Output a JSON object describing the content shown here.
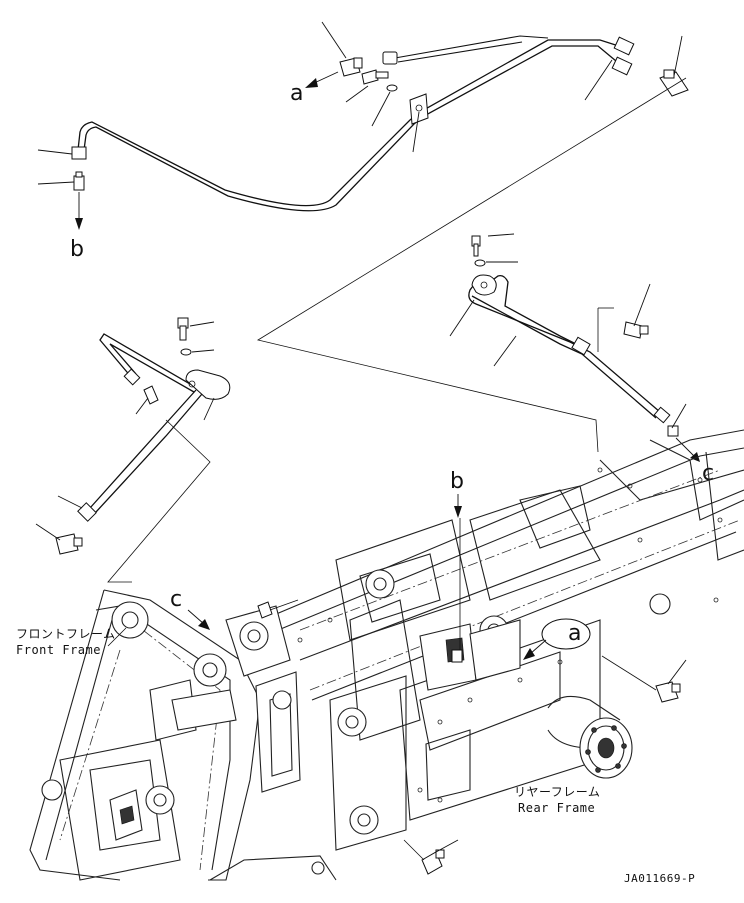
{
  "labels": {
    "a_top": "a",
    "b_left": "b",
    "c_right": "c",
    "b_center": "b",
    "a_callout": "a",
    "c_left": "c"
  },
  "front_frame": {
    "jp": "フロントフレーム",
    "en": "Front Frame"
  },
  "rear_frame": {
    "jp": "リヤーフレーム",
    "en": "Rear Frame"
  },
  "drawing_code": "JA011669-P"
}
